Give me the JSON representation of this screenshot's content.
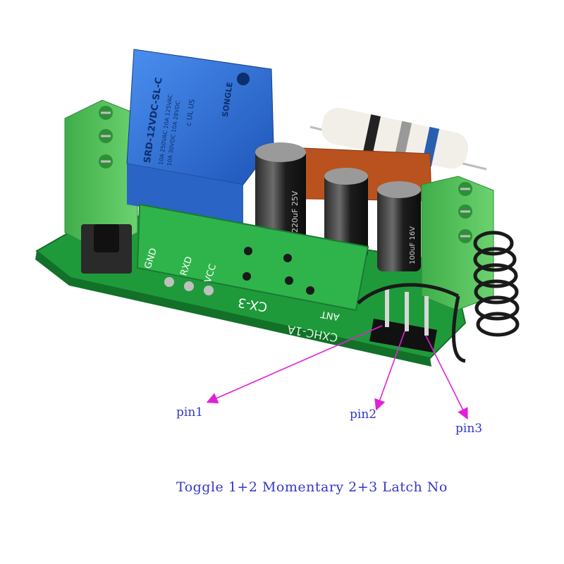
{
  "relay": {
    "brand": "SONGLE",
    "model": "SRD-12VDC-SL-C",
    "rating_line1": "10A 250VAC 10A 125VAC",
    "rating_line2": "10A 30VDC 10A 28VDC",
    "cert": "c UL US"
  },
  "capacitors": {
    "large": "220uF 25V",
    "small": "100uF 16V"
  },
  "module": {
    "pins": [
      "GND",
      "RXD",
      "VCC"
    ],
    "name": "CX-3",
    "ant": "ANT"
  },
  "board": {
    "silk": "CXHC-1A"
  },
  "pins": {
    "pin1": "pin1",
    "pin2": "pin2",
    "pin3": "pin3"
  },
  "caption": "Toggle 1+2 Momentary 2+3 Latch No",
  "colors": {
    "pcb": "#1f9a3a",
    "terminal": "#4fbf58",
    "relay": "#2f6fd0",
    "arrow": "#e020d8",
    "label": "#3338c8"
  }
}
